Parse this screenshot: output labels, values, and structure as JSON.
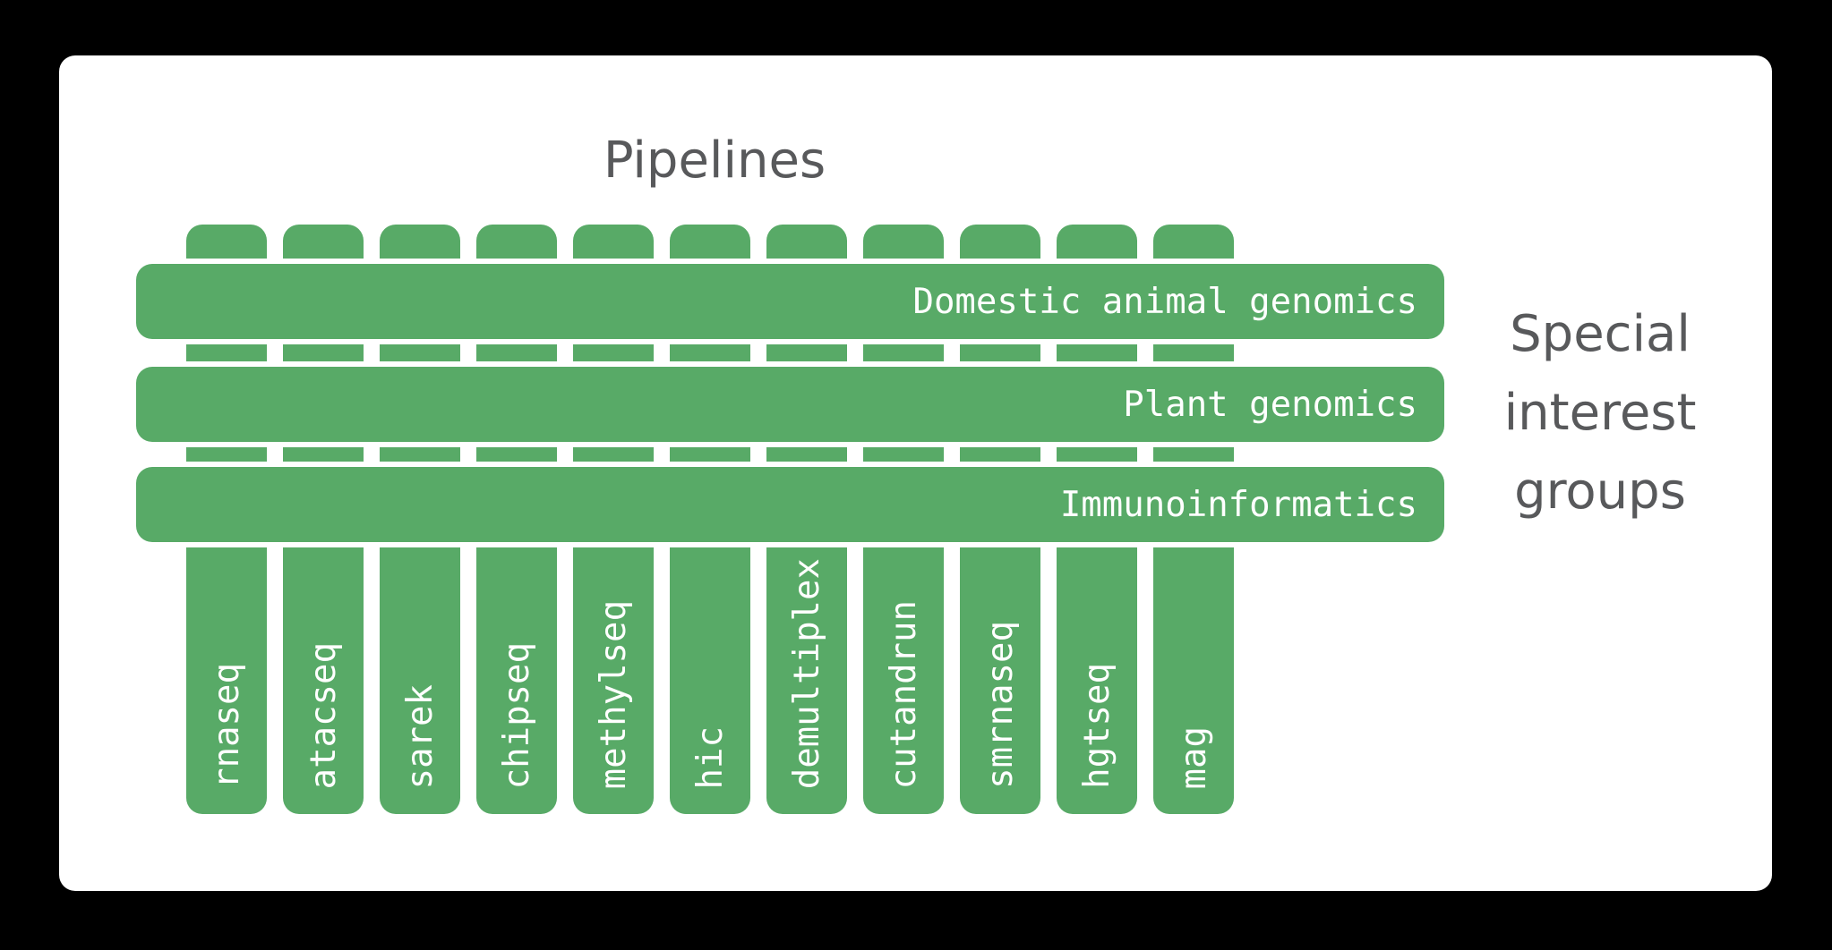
{
  "figure": {
    "title": "Pipelines",
    "side_label": "Special interest groups",
    "side_label_lines": [
      "Special",
      "interest",
      "groups"
    ]
  },
  "pipelines": [
    "rnaseq",
    "atacseq",
    "sarek",
    "chipseq",
    "methylseq",
    "hic",
    "demultiplex",
    "cutandrun",
    "smrnaseq",
    "hgtseq",
    "mag"
  ],
  "special_interest_groups": [
    "Domestic animal genomics",
    "Plant genomics",
    "Immunoinformatics"
  ],
  "colors": {
    "background_black": "#000000",
    "card_white": "#ffffff",
    "bar_green": "#58aa67",
    "label_grey": "#58595b",
    "bar_text_white": "#ffffff"
  }
}
